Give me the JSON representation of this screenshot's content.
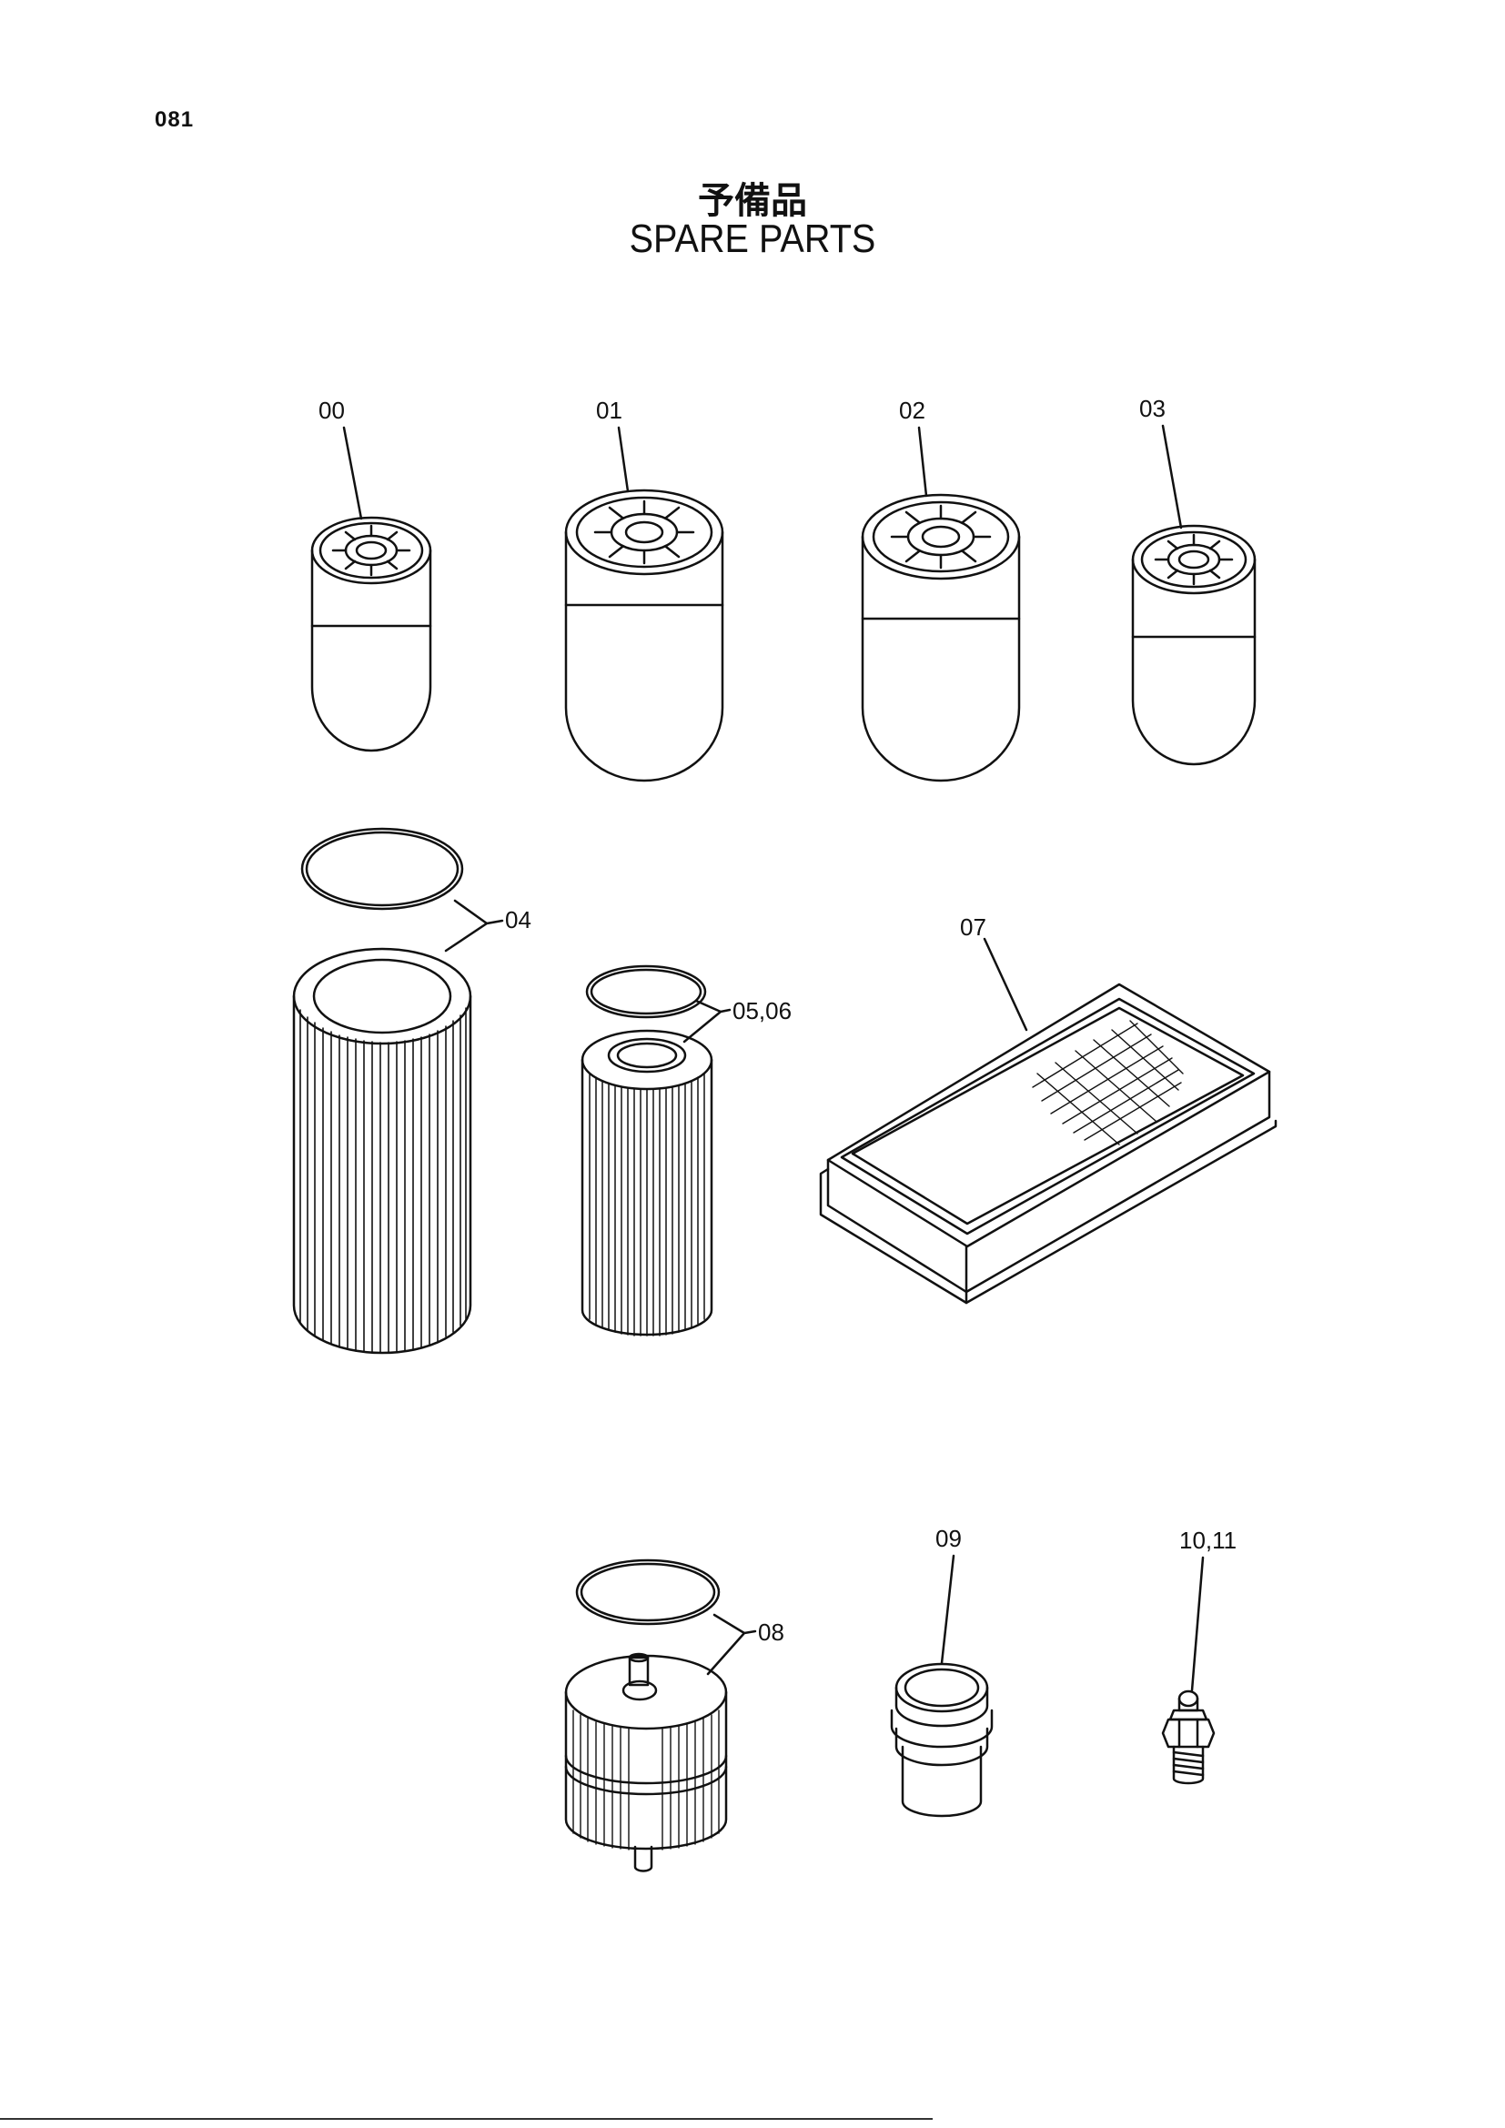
{
  "page_number": "081",
  "title_japanese": "予備品",
  "title_english": "SPARE PARTS",
  "callouts": {
    "p00": "00",
    "p01": "01",
    "p02": "02",
    "p03": "03",
    "p04": "04",
    "p05_06": "05,06",
    "p07": "07",
    "p08": "08",
    "p09": "09",
    "p10_11": "10,11"
  }
}
